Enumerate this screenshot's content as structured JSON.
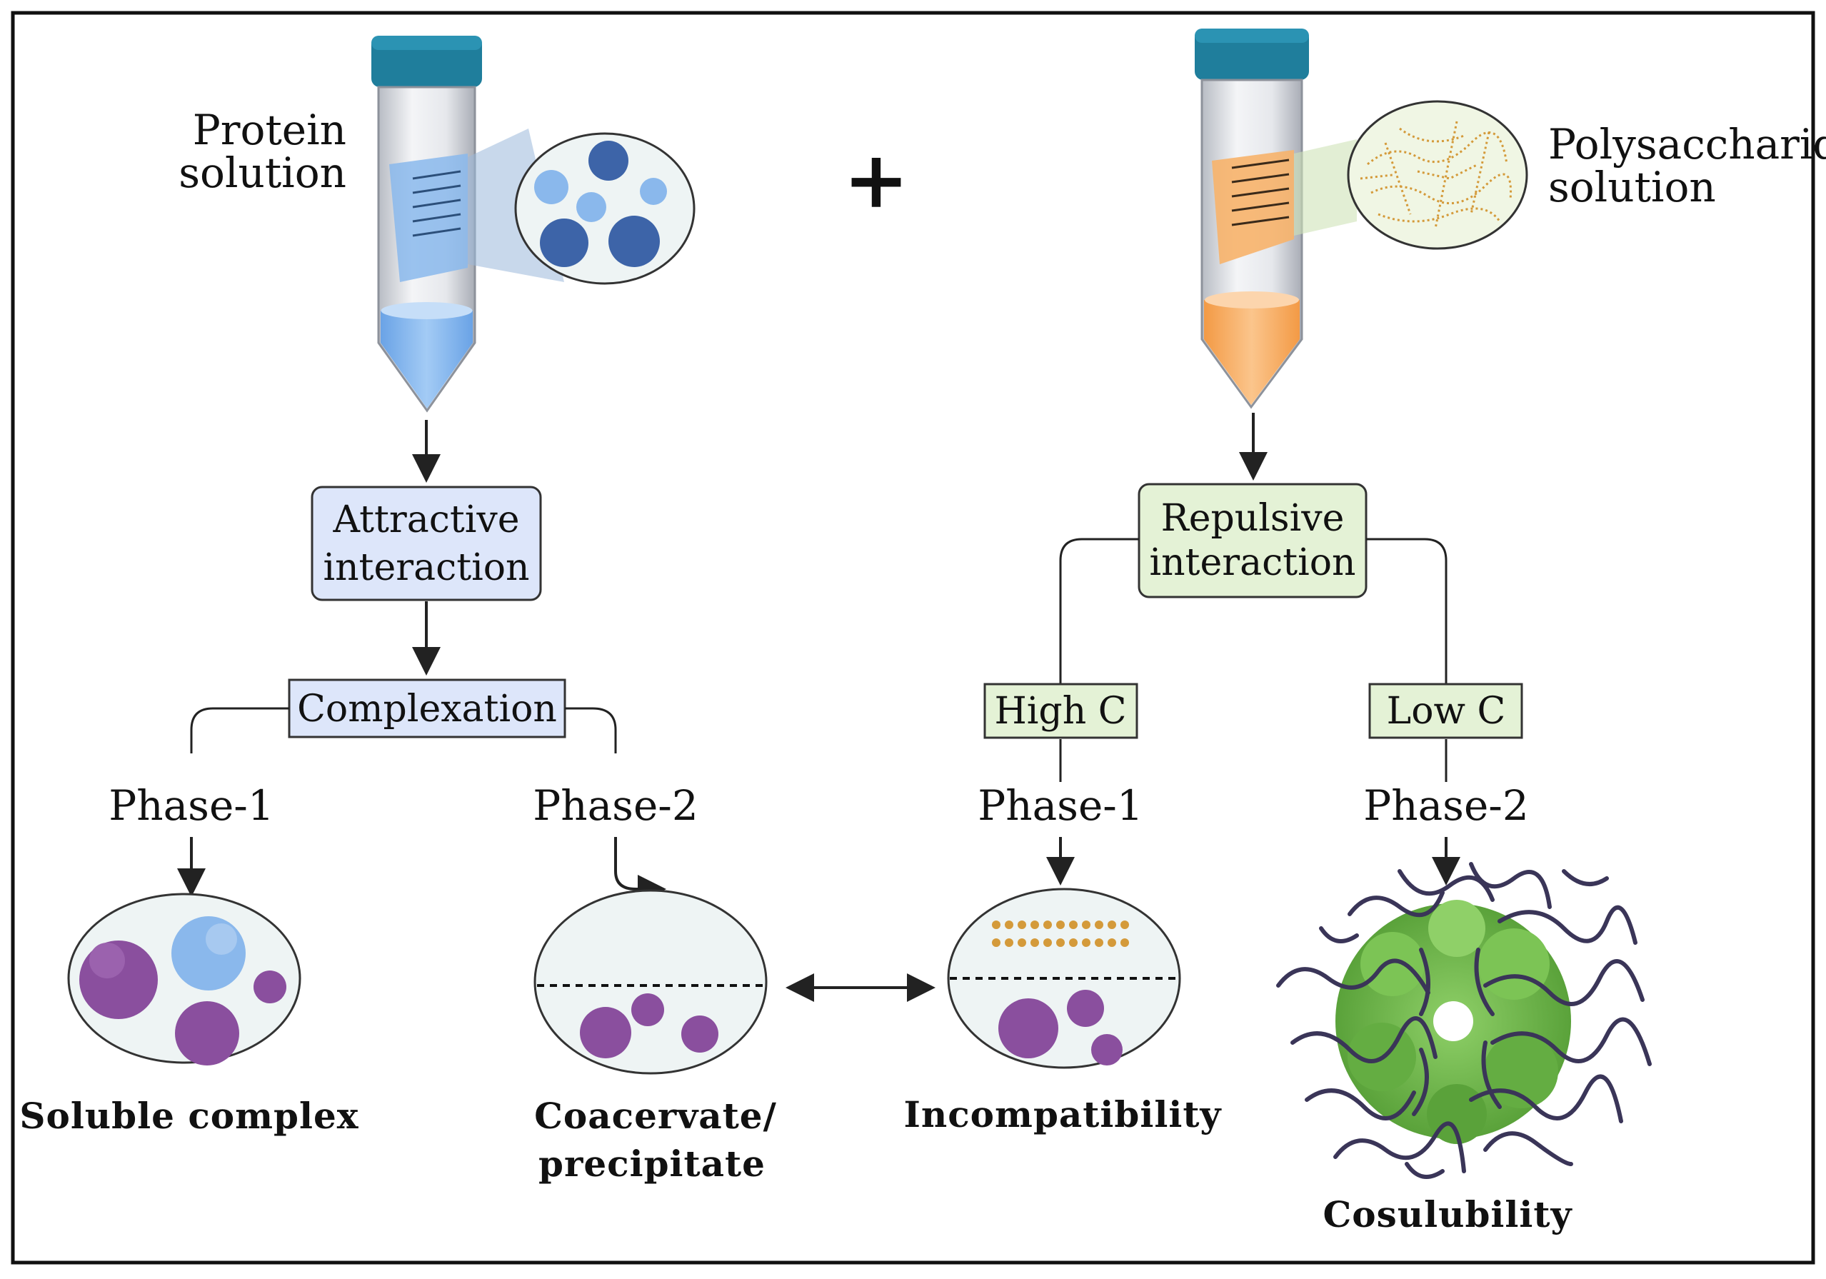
{
  "sources": {
    "protein_label": [
      "Protein",
      "solution"
    ],
    "polysaccharide_label": [
      "Polysaccharide",
      "solution"
    ],
    "plus_sign": "+"
  },
  "left_branch": {
    "interaction": [
      "Attractive",
      "interaction"
    ],
    "process": "Complexation",
    "phase1": {
      "label": "Phase-1",
      "result": "Soluble complex"
    },
    "phase2": {
      "label": "Phase-2",
      "result": [
        "Coacervate/",
        "precipitate"
      ]
    }
  },
  "right_branch": {
    "interaction": [
      "Repulsive",
      "interaction"
    ],
    "high_c": {
      "condition": "High C",
      "label": "Phase-1",
      "result": "Incompatibility"
    },
    "low_c": {
      "condition": "Low C",
      "label": "Phase-2",
      "result": "Cosulubility"
    }
  },
  "colors": {
    "protein_blue": "#8ab8ec",
    "polysaccharide_orange": "#f7b26a",
    "tube_cap": "#1f7e9c",
    "attractive_box_fill": "#dde6fa",
    "repulsive_box_fill": "#e4f2d6",
    "protein_aggregate_purple": "#8a4f9e",
    "cosolubility_green": "#6fb84c",
    "polymer_chain": "#3a3558"
  }
}
